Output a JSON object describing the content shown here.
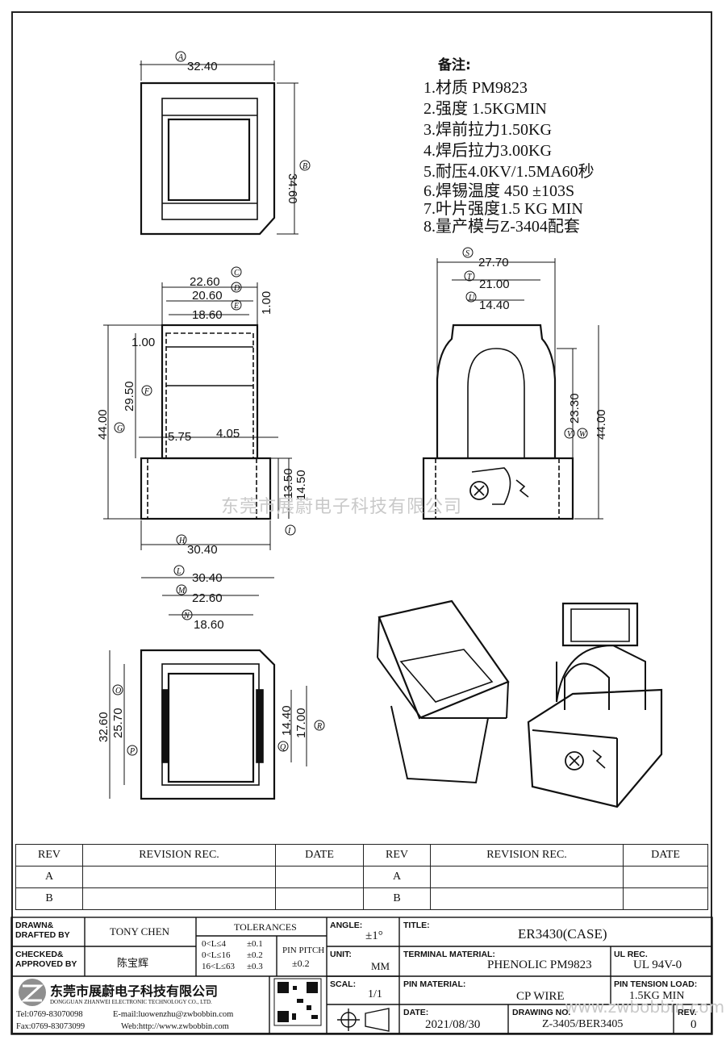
{
  "dimensions": {
    "top_view": {
      "A": "32.40",
      "B": "34.60"
    },
    "front_view": {
      "C": "22.60",
      "D": "20.60",
      "E": "18.60",
      "flange": "1.00",
      "wall": "1.00",
      "F": "29.50",
      "G": "44.00",
      "left": "5.75",
      "right": "4.05",
      "H": "30.40",
      "base_inner": "13.50",
      "I": "14.50"
    },
    "side_view": {
      "S": "27.70",
      "T": "21.00",
      "U": "14.40",
      "V": "23.30",
      "W": "44.00"
    },
    "bottom_view": {
      "L": "30.40",
      "M": "22.60",
      "N": "18.60",
      "O": "32.60",
      "P": "25.70",
      "Q": "14.40",
      "R": "17.00"
    }
  },
  "circle_labels": [
    "A",
    "B",
    "C",
    "D",
    "E",
    "F",
    "G",
    "H",
    "I",
    "S",
    "T",
    "U",
    "V",
    "W",
    "L",
    "M",
    "N",
    "O",
    "P",
    "Q",
    "R"
  ],
  "notes": {
    "heading": "备注:",
    "items": [
      "1.材质 PM9823",
      "2.强度 1.5KGMIN",
      "3.焊前拉力1.50KG",
      "4.焊后拉力3.00KG",
      "5.耐压4.0KV/1.5MA60秒",
      "6.焊锡温度 450 ±103S",
      "7.叶片强度1.5 KG MIN",
      "8.量产模与Z-3404配套"
    ]
  },
  "watermark": "东莞市展蔚电子科技有限公司",
  "watermark_url": "www.zwbobbin.com",
  "revision_table": {
    "headers": [
      "REV",
      "REVISION REC.",
      "DATE",
      "REV",
      "REVISION REC.",
      "DATE"
    ],
    "rows": [
      [
        "A",
        "",
        "",
        "A",
        "",
        ""
      ],
      [
        "B",
        "",
        "",
        "B",
        "",
        ""
      ]
    ]
  },
  "title_block": {
    "drawn_label": "DRAWN& DRAFTED BY",
    "drawn_value": "TONY CHEN",
    "checked_label": "CHECKED& APPROVED BY",
    "checked_value": "陈宝辉",
    "tolerances_label": "TOLERANCES",
    "tolerances": [
      [
        "0<L≤4",
        "±0.1"
      ],
      [
        "0<L≤16",
        "±0.2"
      ],
      [
        "16<L≤63",
        "±0.3"
      ]
    ],
    "pin_pitch_label": "PIN PITCH",
    "pin_pitch_value": "±0.2",
    "angle_label": "ANGLE:",
    "angle_value": "±1°",
    "unit_label": "UNIT:",
    "unit_value": "MM",
    "scale_label": "SCAL:",
    "scale_value": "1/1",
    "title_label": "TITLE:",
    "title_value": "ER3430(CASE)",
    "terminal_label": "TERMINAL MATERIAL:",
    "terminal_value": "PHENOLIC PM9823",
    "ul_label": "UL REC.",
    "ul_value": "UL 94V-0",
    "pin_material_label": "PIN MATERIAL:",
    "pin_material_value": "CP WIRE",
    "pin_tension_label": "PIN TENSION LOAD:",
    "pin_tension_value": "1.5KG MIN",
    "date_label": "DATE:",
    "date_value": "2021/08/30",
    "drawing_label": "DRAWING NO.",
    "drawing_value": "Z-3405/BER3405",
    "rev_label": "REV.",
    "rev_value": "0",
    "company_cn": "东莞市展蔚电子科技有限公司",
    "company_en": "DONGGUAN ZHANWEI ELECTRONIC TECHNOLOGY CO., LTD.",
    "tel": "Tel:0769-83070098",
    "email": "E-mail:luowenzhu@zwbobbin.com",
    "fax": "Fax:0769-83073099",
    "web": "Web:http://www.zwbobbin.com"
  }
}
